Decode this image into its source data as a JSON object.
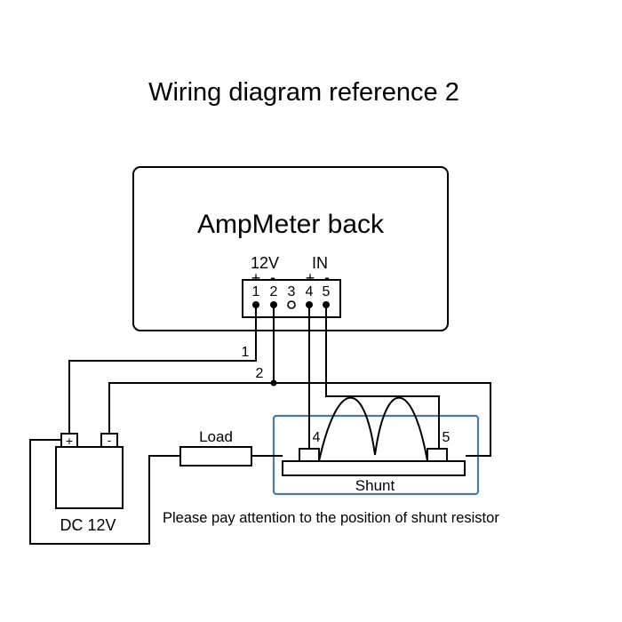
{
  "title": "Wiring diagram reference 2",
  "meter": {
    "label": "AmpMeter back",
    "group_power": "12V",
    "group_input": "IN",
    "sign_power_pos": "+",
    "sign_power_neg": "-",
    "sign_input_pos": "+",
    "sign_input_neg": "-",
    "terminals": [
      "1",
      "2",
      "3",
      "4",
      "5"
    ]
  },
  "wire_labels": {
    "wire1": "1",
    "wire2": "2"
  },
  "battery": {
    "label": "DC 12V",
    "pos": "+",
    "neg": "-"
  },
  "load": {
    "label": "Load"
  },
  "shunt": {
    "label": "Shunt",
    "terminal_left": "4",
    "terminal_right": "5",
    "highlight_color": "#4a7aa8"
  },
  "note": "Please pay attention to the position of shunt resistor"
}
